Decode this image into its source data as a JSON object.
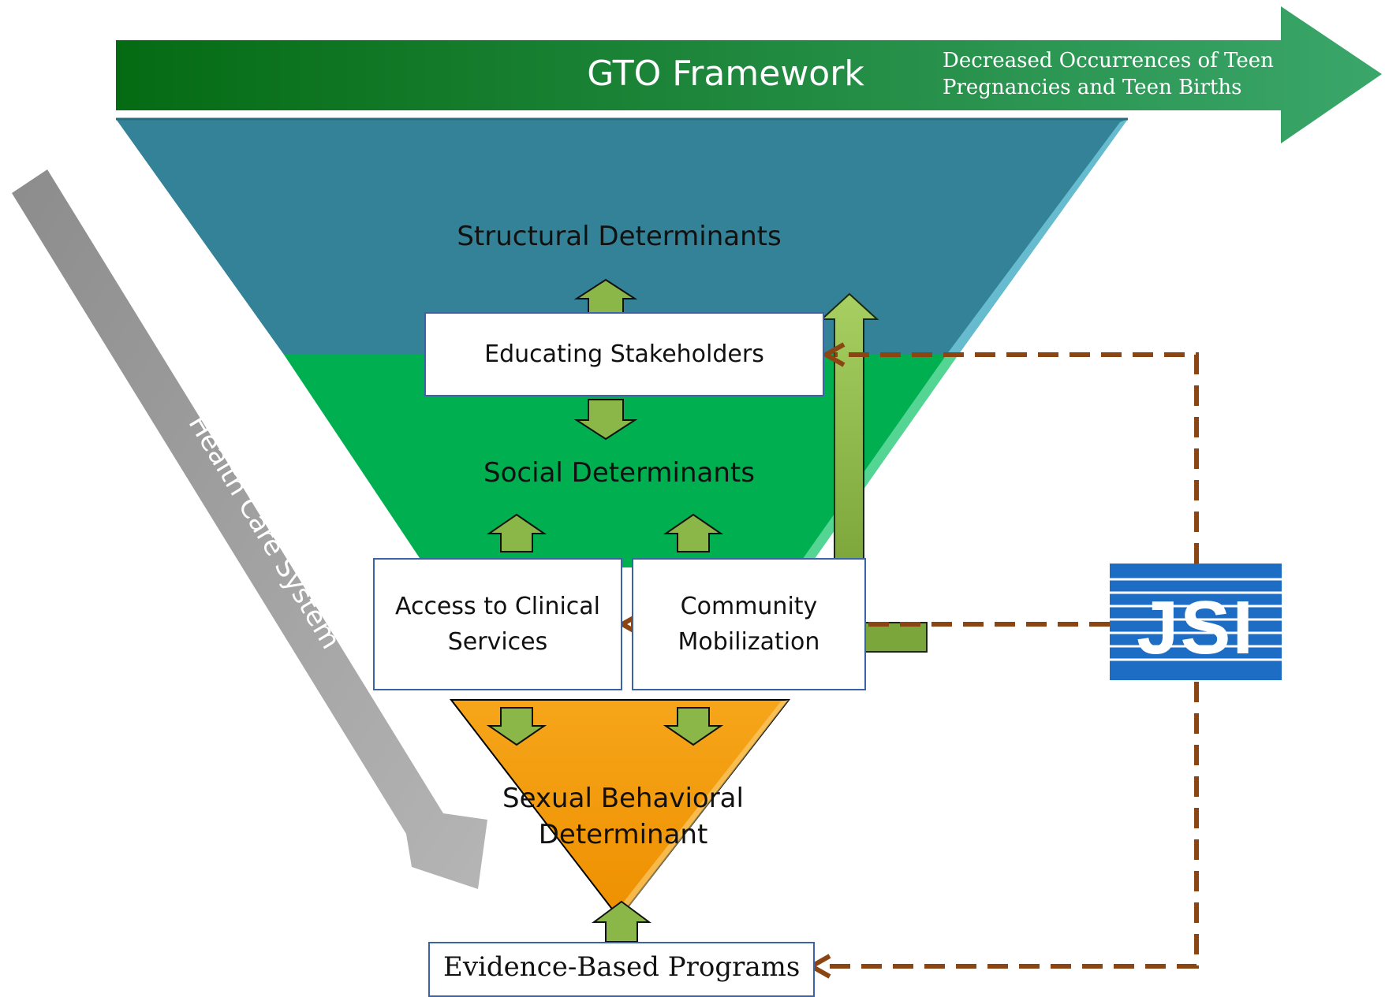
{
  "header_arrow": {
    "title": "GTO Framework",
    "subtitle_line1": "Decreased Occurrences of Teen",
    "subtitle_line2": "Pregnancies and Teen Births"
  },
  "side_arrow": {
    "label": "Health Care System"
  },
  "layers": {
    "structural": "Structural Determinants",
    "social": "Social Determinants",
    "sexual_line1": "Sexual Behavioral",
    "sexual_line2": "Determinant"
  },
  "boxes": {
    "educating": "Educating Stakeholders",
    "access_line1": "Access to Clinical",
    "access_line2": "Services",
    "community_line1": "Community",
    "community_line2": "Mobilization",
    "evidence": "Evidence-Based Programs"
  },
  "logo": {
    "text": "JSI"
  },
  "colors": {
    "structural": "#338297",
    "social": "#00af50",
    "sexual": "#f29b05",
    "header_arrow": "#0d7a26",
    "up_arrow": "#8ab747",
    "dashed_line": "#8b4513",
    "logo_blue": "#1e6dc4",
    "side_arrow": "#9a9a9a"
  }
}
